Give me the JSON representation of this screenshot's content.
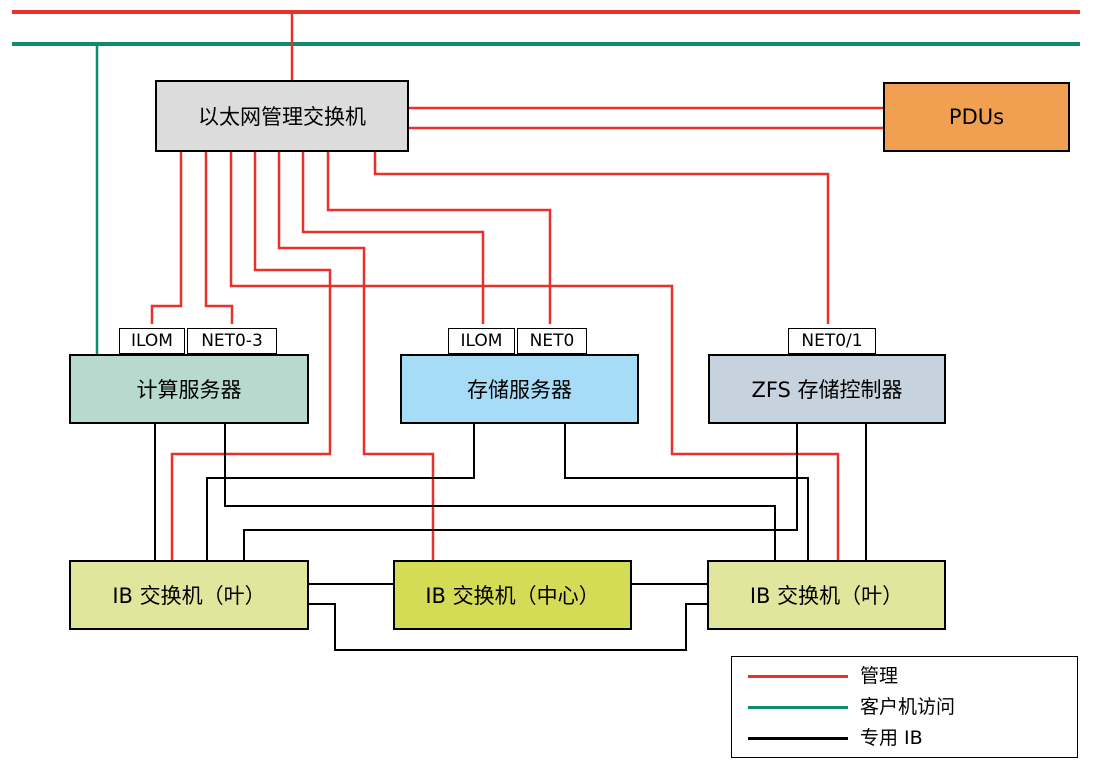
{
  "colors": {
    "management": "#e8312b",
    "client_access": "#118a6e",
    "private_ib": "#000000",
    "switch_fill": "#dcdcdc",
    "pdu_fill": "#f0a050",
    "compute_fill": "#b7d9ce",
    "storage_fill": "#a6dcf6",
    "zfs_fill": "#c6d2dd",
    "ib_leaf_fill": "#e2e69d",
    "ib_spine_fill": "#d4dc56"
  },
  "nodes": {
    "mgmt_switch": "以太网管理交换机",
    "pdus": "PDUs",
    "compute_server": "计算服务器",
    "storage_server": "存储服务器",
    "zfs_controller": "ZFS 存储控制器",
    "ib_leaf_left": "IB 交换机（叶）",
    "ib_spine": "IB 交换机（中心）",
    "ib_leaf_right": "IB 交换机（叶）"
  },
  "ports": {
    "compute_ilom": "ILOM",
    "compute_net": "NET0-3",
    "storage_ilom": "ILOM",
    "storage_net": "NET0",
    "zfs_net": "NET0/1"
  },
  "legend": {
    "management": "管理",
    "client_access": "客户机访问",
    "private_ib": "专用 IB"
  }
}
